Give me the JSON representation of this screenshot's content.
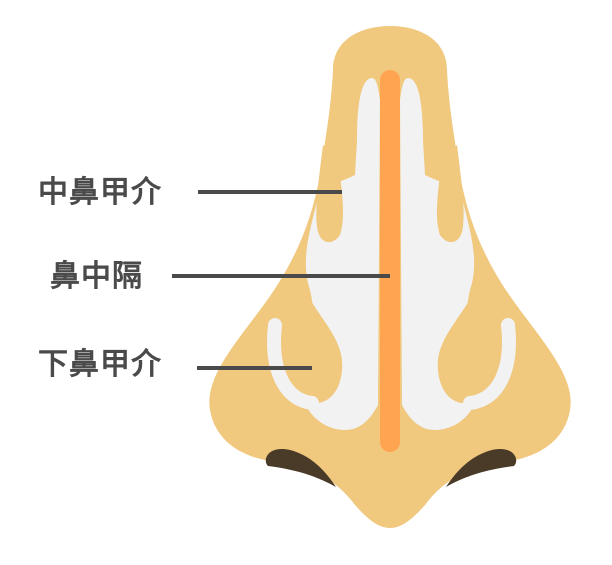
{
  "diagram": {
    "subject": "nose anatomy (front view cross-section)",
    "labels": [
      {
        "id": "middle-turbinate",
        "text": "中鼻甲介"
      },
      {
        "id": "nasal-septum",
        "text": "鼻中隔"
      },
      {
        "id": "inferior-turbinate",
        "text": "下鼻甲介"
      }
    ],
    "colors": {
      "skin": "#F0C87E",
      "cavity": "#F2F2F2",
      "septum": "#FFA552",
      "nostril": "#4A3A28",
      "label_text": "#4A4A4A",
      "leader_line": "#4A4A4A",
      "background": "#FFFFFF"
    }
  }
}
